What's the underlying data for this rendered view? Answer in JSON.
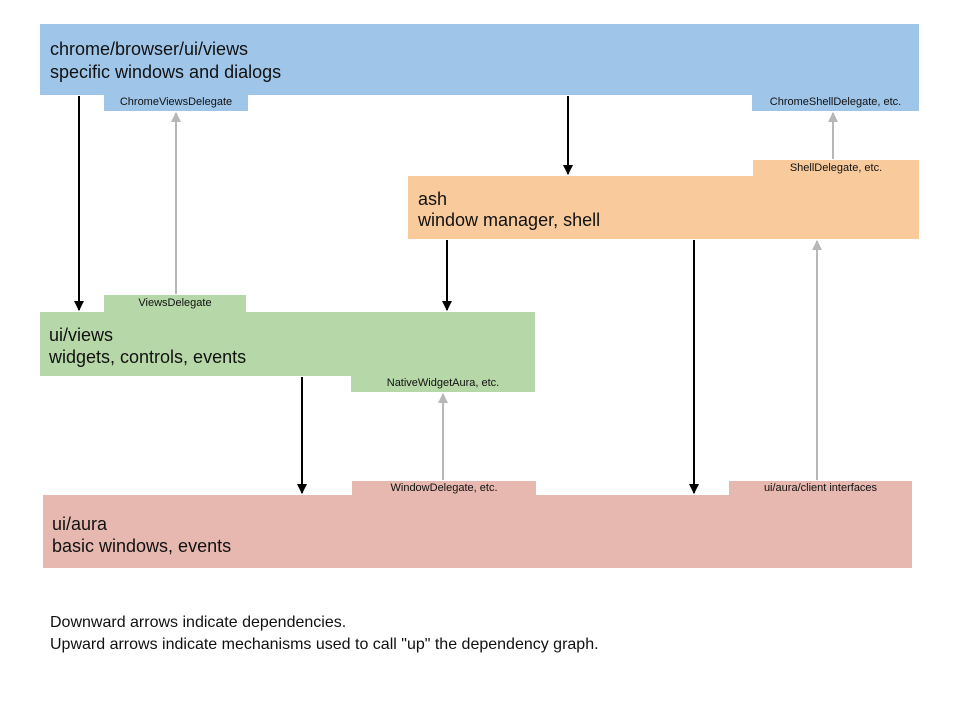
{
  "layers": {
    "chrome": {
      "title": "chrome/browser/ui/views",
      "subtitle": "specific windows and dialogs",
      "color": "#9fc5e8"
    },
    "ash": {
      "title": "ash",
      "subtitle": "window manager, shell",
      "color": "#f9cb9c"
    },
    "views": {
      "title": "ui/views",
      "subtitle": "widgets, controls, events",
      "color": "#b6d7a8"
    },
    "aura": {
      "title": "ui/aura",
      "subtitle": "basic windows, events",
      "color": "#e6b8af"
    }
  },
  "interfaces": {
    "chrome_views_delegate": "ChromeViewsDelegate",
    "chrome_shell_delegate": "ChromeShellDelegate, etc.",
    "shell_delegate": "ShellDelegate, etc.",
    "views_delegate": "ViewsDelegate",
    "native_widget_aura": "NativeWidgetAura, etc.",
    "window_delegate": "WindowDelegate, etc.",
    "client_interfaces": "ui/aura/client interfaces"
  },
  "notes": {
    "line1": "Downward arrows indicate dependencies.",
    "line2": "Upward arrows indicate mechanisms used to call \"up\" the dependency graph."
  },
  "colors": {
    "dependency_arrow": "#000000",
    "upcall_arrow": "#b7b7b7"
  }
}
